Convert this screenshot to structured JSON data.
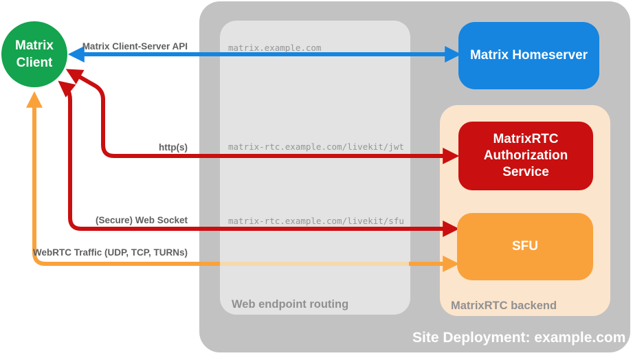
{
  "diagram_title": "Site Deployment: example.com",
  "nodes": {
    "client": {
      "label": "Matrix Client",
      "color": "#14a34e"
    },
    "homeserver": {
      "label": "Matrix Homeserver",
      "color": "#1585e0"
    },
    "auth": {
      "label": "MatrixRTC Authorization Service",
      "color": "#c90f0f"
    },
    "sfu": {
      "label": "SFU",
      "color": "#f9a23c"
    }
  },
  "containers": {
    "site": {
      "label": "Site Deployment: example.com"
    },
    "routing": {
      "label": "Web endpoint routing"
    },
    "backend": {
      "label": "MatrixRTC backend"
    }
  },
  "connections": [
    {
      "label": "Matrix Client-Server API",
      "endpoint": "matrix.example.com",
      "from": "Matrix Client",
      "to": "Matrix Homeserver",
      "color": "#1585e0",
      "bidirectional": true
    },
    {
      "label": "http(s)",
      "endpoint": "matrix-rtc.example.com/livekit/jwt",
      "from": "Matrix Client",
      "to": "MatrixRTC Authorization Service",
      "color": "#c90f0f",
      "bidirectional": true
    },
    {
      "label": "(Secure) Web Socket",
      "endpoint": "matrix-rtc.example.com/livekit/sfu",
      "from": "Matrix Client",
      "to": "SFU",
      "color": "#c90f0f",
      "bidirectional": true
    },
    {
      "label": "WebRTC Traffic (UDP, TCP, TURNs)",
      "endpoint": "",
      "from": "Matrix Client",
      "to": "SFU",
      "color": "#f9a23c",
      "bidirectional": true
    }
  ],
  "palette": {
    "outer_container": "#c2c2c2",
    "routing_box": "#e3e3e3",
    "backend_box": "#fce5cd",
    "faded_orange_segment": "#f5d9ae",
    "label_text": "#5f5f5f",
    "endpoint_text": "#969696",
    "caption_text": "#909090"
  }
}
